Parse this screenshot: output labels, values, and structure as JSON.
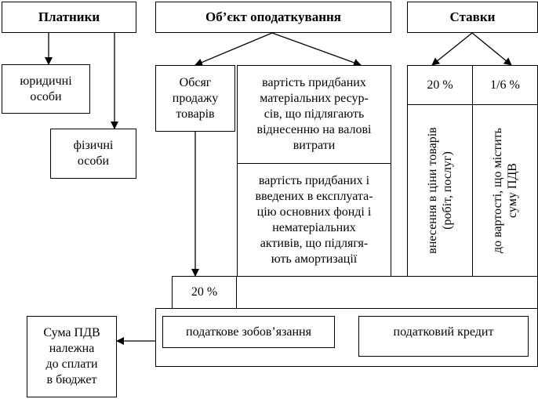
{
  "headers": {
    "payers": "Платники",
    "object": "Об’єкт оподаткування",
    "rates": "Ставки"
  },
  "payers": {
    "legal": "юридичні\nособи",
    "individuals": "фізичні\nособи"
  },
  "object": {
    "sales_volume": "Обсяг\nпродажу\nтоварів",
    "material_resources": "вартість придбаних\nматеріальних ресур-\nсів, що підлягають\nвіднесенню на валові\nвитрати",
    "fixed_assets": "вартість придбаних і\nвведених в експлуата-\nцію основних фонді і\nнематеріальних\nактивів, що підлягя-\nють амортизації"
  },
  "rates": {
    "rate_20": "20 %",
    "rate_1_6": "1/6 %",
    "rate_20_desc": "внесення в ціни товарів\n(робіт, послуг)",
    "rate_1_6_desc": "до вартості, що містить\nсуму ПДВ"
  },
  "applied_rate": "20 %",
  "tax_obligation": "податкове зобов’язання",
  "tax_credit": "податковий кредит",
  "vat_payable": "Сума ПДВ\nналежна\nдо сплати\nв бюджет"
}
